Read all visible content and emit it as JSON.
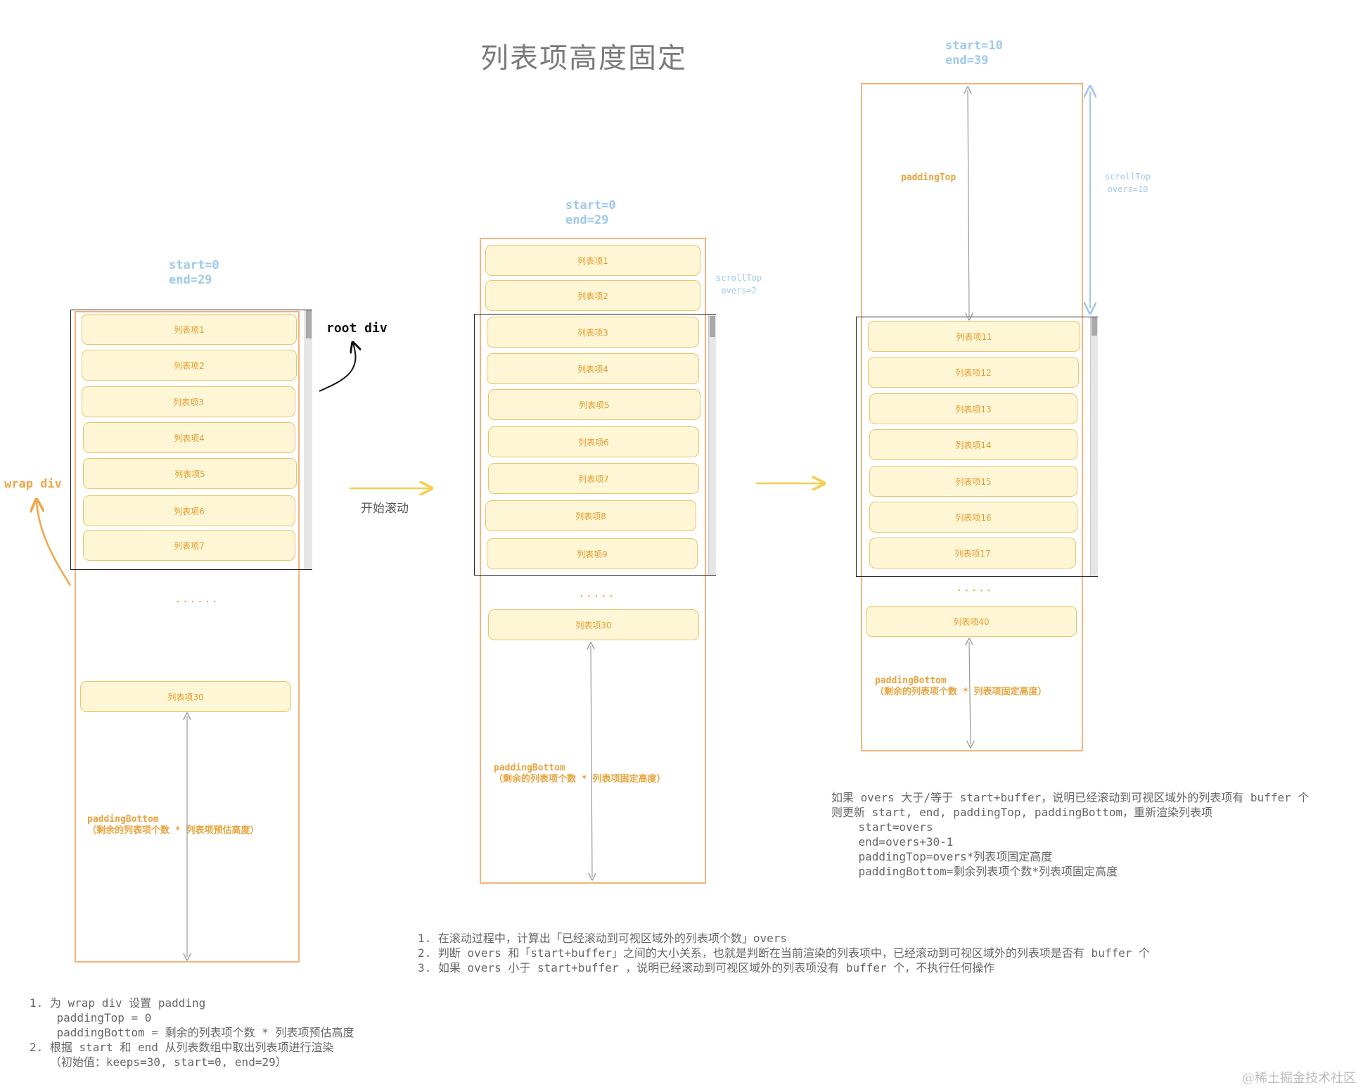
{
  "title": "列表项高度固定",
  "panel1": {
    "range": "start=0\nend=29",
    "items": [
      "列表项1",
      "列表项2",
      "列表项3",
      "列表项4",
      "列表项5",
      "列表项6",
      "列表项7"
    ],
    "dots": "......",
    "last_item": "列表项30",
    "padding_label": "paddingBottom\n（剩余的列表项个数 * 列表项预估高度）",
    "root_label": "root div",
    "wrap_label": "wrap div"
  },
  "arrow1_label": "开始滚动",
  "panel2": {
    "range": "start=0\nend=29",
    "scroll_info": "scrollTop\novers=2",
    "items": [
      "列表项1",
      "列表项2",
      "列表项3",
      "列表项4",
      "列表项5",
      "列表项6",
      "列表项7",
      "列表项8",
      "列表项9"
    ],
    "dots": ".....",
    "last_item": "列表项30",
    "padding_label": "paddingBottom\n（剩余的列表项个数 * 列表项固定高度）"
  },
  "panel3": {
    "range": "start=10\nend=39",
    "scroll_info": "scrollTop\novers=10",
    "padding_top_label": "paddingTop",
    "items": [
      "列表项11",
      "列表项12",
      "列表项13",
      "列表项14",
      "列表项15",
      "列表项16",
      "列表项17"
    ],
    "dots": ".....",
    "last_item": "列表项40",
    "padding_label": "paddingBottom\n（剩余的列表项个数 * 列表项固定高度）"
  },
  "notes": {
    "left": "1. 为 wrap div 设置 padding\n    paddingTop = 0\n    paddingBottom = 剩余的列表项个数 * 列表项预估高度\n2. 根据 start 和 end 从列表数组中取出列表项进行渲染\n   （初始值：keeps=30, start=0, end=29）",
    "middle": "1. 在滚动过程中，计算出「已经滚动到可视区域外的列表项个数」overs\n2. 判断 overs 和「start+buffer」之间的大小关系，也就是判断在当前渲染的列表项中，已经滚动到可视区域外的列表项是否有 buffer 个\n3. 如果 overs 小于 start+buffer ，说明已经滚动到可视区域外的列表项没有 buffer 个，不执行任何操作",
    "right": "如果 overs 大于/等于 start+buffer，说明已经滚动到可视区域外的列表项有 buffer 个\n则更新 start, end, paddingTop, paddingBottom，重新渲染列表项\n    start=overs\n    end=overs+30-1\n    paddingTop=overs*列表项固定高度\n    paddingBottom=剩余列表项个数*列表项固定高度"
  },
  "watermark": "@稀土掘金技术社区",
  "colors": {
    "wrap": "#f3b47e",
    "item_bg": "#fff6d6",
    "item_border": "#e9c46a",
    "blue": "#9fc8ec",
    "arrow_yellow": "#f5cf4e"
  }
}
